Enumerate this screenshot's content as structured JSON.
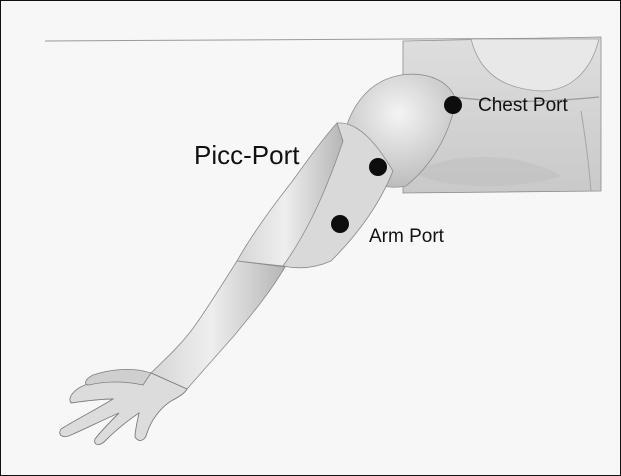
{
  "labels": {
    "chest_port": "Chest Port",
    "picc_port": "Picc-Port",
    "arm_port": "Arm Port"
  },
  "colors": {
    "marker": "#0d0d0d",
    "skin_light": "#e9e9e9",
    "skin_shade": "#a8a8a8",
    "background": "#f7f7f7"
  },
  "icons": {
    "marker": "filled-circle",
    "figure": "arm-and-shoulder-illustration"
  }
}
